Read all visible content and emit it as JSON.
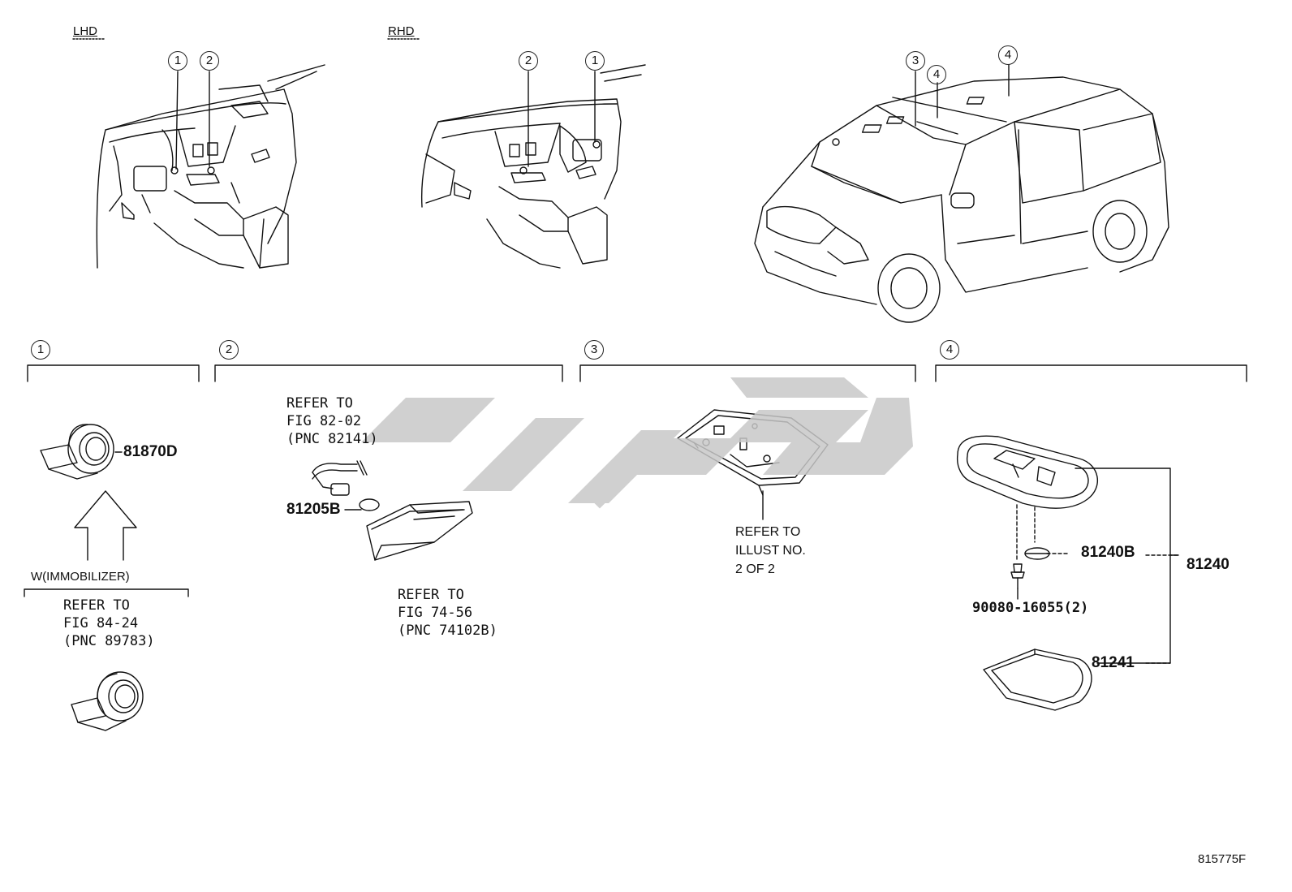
{
  "headings": {
    "lhd": "LHD",
    "rhd": "RHD"
  },
  "callouts": [
    "1",
    "2",
    "3",
    "4"
  ],
  "sections": {
    "s1": {
      "num": "1",
      "part": "81870D",
      "option": "W(IMMOBILIZER)",
      "refer": "REFER TO\nFIG 84-24\n(PNC 89783)"
    },
    "s2": {
      "num": "2",
      "refer_top": "REFER TO\nFIG 82-02\n(PNC 82141)",
      "part": "81205B",
      "refer_bottom": "REFER TO\nFIG 74-56\n(PNC 74102B)"
    },
    "s3": {
      "num": "3",
      "refer": "REFER TO\nILLUST NO.\n2 OF 2"
    },
    "s4": {
      "num": "4",
      "part_bulb": "81240B",
      "part_assy": "81240",
      "part_screw": "90080-16055(2)",
      "part_lens": "81241"
    }
  },
  "figure_id": "815775F",
  "colors": {
    "line": "#111111",
    "watermark": "#c8c8c8"
  }
}
